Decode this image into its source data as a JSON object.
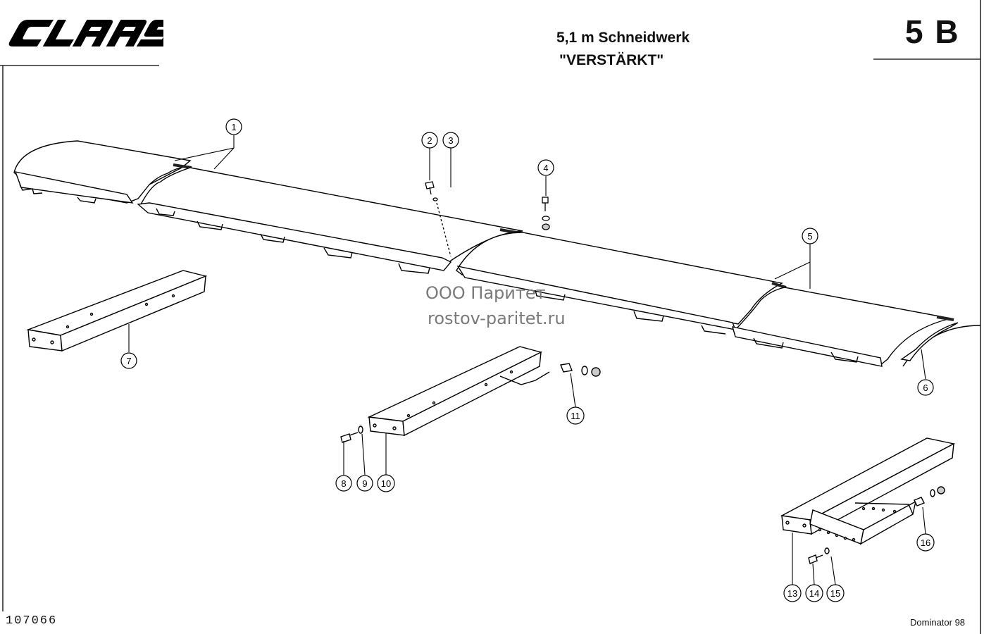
{
  "header": {
    "brand": "CLAAS",
    "title_line1": "5,1 m Schneidwerk",
    "title_line2": "\"VERSTÄRKT\"",
    "section_code": "5 B"
  },
  "footer": {
    "drawing_number": "107066",
    "model": "Dominator 98"
  },
  "watermark": {
    "line1": "ООО Паритет",
    "line2": "rostov-paritet.ru"
  },
  "callouts": [
    "1",
    "2",
    "3",
    "4",
    "5",
    "6",
    "7",
    "8",
    "9",
    "10",
    "11",
    "13",
    "14",
    "15",
    "16"
  ]
}
